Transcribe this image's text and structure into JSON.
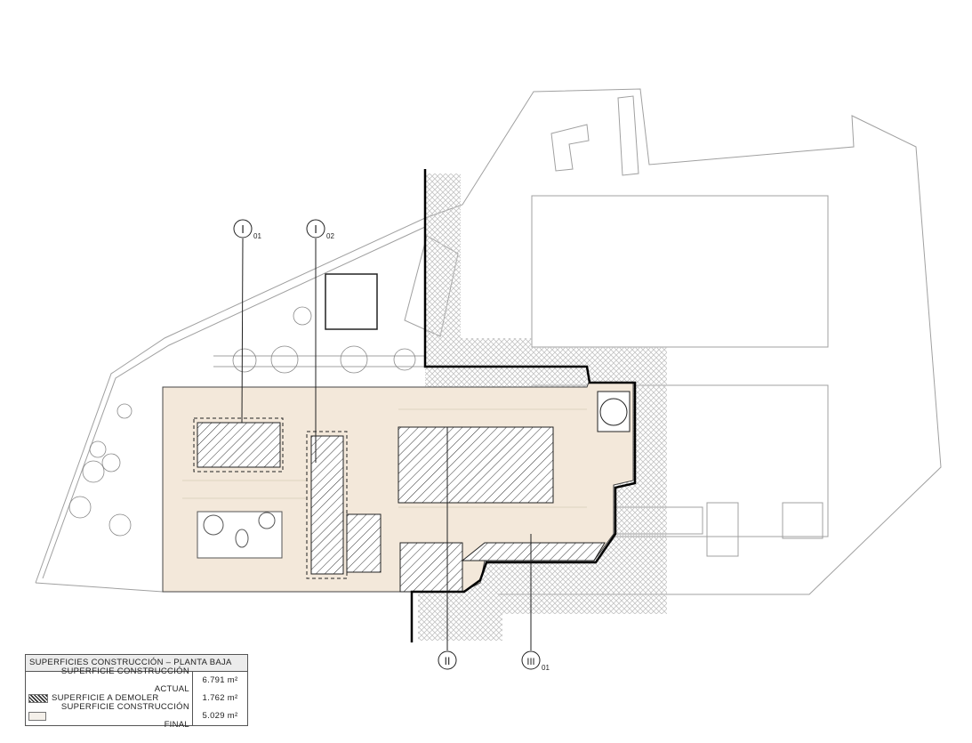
{
  "legend": {
    "title": "SUPERFICIES CONSTRUCCIÓN – PLANTA BAJA",
    "rows": [
      {
        "label": "SUPERFICIE CONSTRUCCIÓN ACTUAL",
        "value": "6.791 m²",
        "swatch": "none"
      },
      {
        "label": "SUPERFICIE A DEMOLER",
        "value": "1.762 m²",
        "swatch": "hatch"
      },
      {
        "label": "SUPERFICIE CONSTRUCCIÓN FINAL",
        "value": "5.029 m²",
        "swatch": "plain"
      }
    ]
  },
  "section_markers": [
    {
      "id": "I",
      "sub": "01"
    },
    {
      "id": "I",
      "sub": "02"
    },
    {
      "id": "II",
      "sub": ""
    },
    {
      "id": "III",
      "sub": "01"
    }
  ],
  "colors": {
    "building_fill": "#f3e8da",
    "demolish_hatch": "#333333",
    "context_lines": "#9a9a9a",
    "crosshatch_zone": "#bdbdbd"
  }
}
